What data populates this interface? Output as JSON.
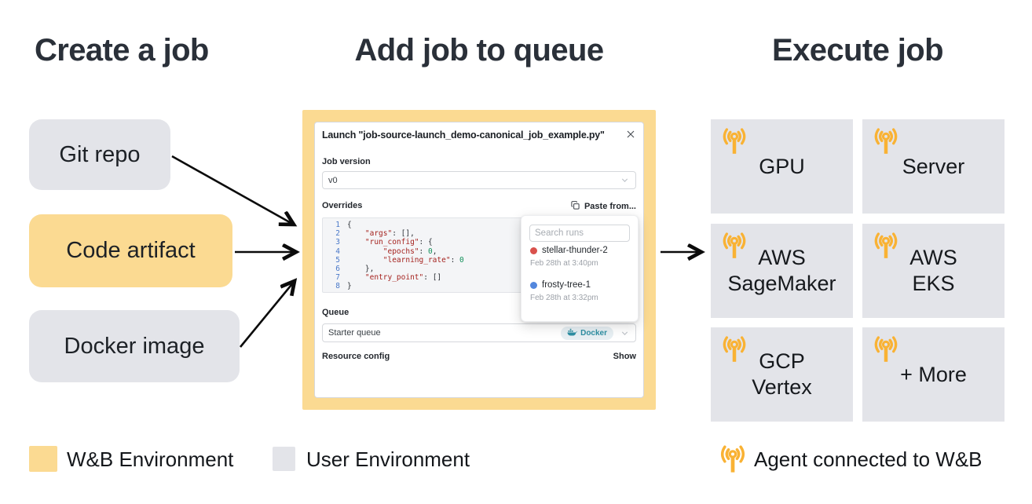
{
  "titles": {
    "create": "Create a job",
    "queue": "Add job to queue",
    "execute": "Execute job"
  },
  "create_boxes": [
    {
      "label": "Git repo",
      "variant": "gray"
    },
    {
      "label": "Code artifact",
      "variant": "yellow"
    },
    {
      "label": "Docker image",
      "variant": "gray"
    }
  ],
  "modal": {
    "title": "Launch \"job-source-launch_demo-canonical_job_example.py\"",
    "job_version": {
      "label": "Job version",
      "value": "v0"
    },
    "overrides": {
      "label": "Overrides",
      "paste_button": "Paste from..."
    },
    "code": {
      "lines": [
        {
          "num": "1",
          "tokens": [
            [
              "{",
              "p"
            ]
          ]
        },
        {
          "num": "2",
          "tokens": [
            [
              "    ",
              "p"
            ],
            [
              "\"args\"",
              "k"
            ],
            [
              ": [],",
              "p"
            ]
          ]
        },
        {
          "num": "3",
          "tokens": [
            [
              "    ",
              "p"
            ],
            [
              "\"run_config\"",
              "k"
            ],
            [
              ": {",
              "p"
            ]
          ]
        },
        {
          "num": "4",
          "tokens": [
            [
              "        ",
              "p"
            ],
            [
              "\"epochs\"",
              "k"
            ],
            [
              ": ",
              "p"
            ],
            [
              "0",
              "n"
            ],
            [
              ",",
              "p"
            ]
          ]
        },
        {
          "num": "5",
          "tokens": [
            [
              "        ",
              "p"
            ],
            [
              "\"learning_rate\"",
              "k"
            ],
            [
              ": ",
              "p"
            ],
            [
              "0",
              "n"
            ]
          ]
        },
        {
          "num": "6",
          "tokens": [
            [
              "    ",
              "p"
            ],
            [
              "},",
              "p"
            ]
          ]
        },
        {
          "num": "7",
          "tokens": [
            [
              "    ",
              "p"
            ],
            [
              "\"entry_point\"",
              "k"
            ],
            [
              ": []",
              "p"
            ]
          ]
        },
        {
          "num": "8",
          "tokens": [
            [
              "}",
              "p"
            ]
          ]
        }
      ]
    },
    "queue": {
      "label": "Queue",
      "value": "Starter queue",
      "badge": "Docker"
    },
    "resource": {
      "label": "Resource config",
      "show_button": "Show"
    }
  },
  "runs_popup": {
    "search_placeholder": "Search runs",
    "runs": [
      {
        "name": "stellar-thunder-2",
        "time": "Feb 28th at 3:40pm",
        "dot_color": "#D9514C"
      },
      {
        "name": "frosty-tree-1",
        "time": "Feb 28th at 3:32pm",
        "dot_color": "#5387DD"
      }
    ]
  },
  "execute_boxes": [
    {
      "lines": [
        "GPU"
      ]
    },
    {
      "lines": [
        "Server"
      ]
    },
    {
      "lines": [
        "AWS",
        "SageMaker"
      ]
    },
    {
      "lines": [
        "AWS",
        "EKS"
      ]
    },
    {
      "lines": [
        "GCP",
        "Vertex"
      ]
    },
    {
      "lines": [
        "+ More"
      ]
    }
  ],
  "legend": {
    "wandb_env": "W&B Environment",
    "user_env": "User Environment",
    "agent": "Agent connected to W&B"
  },
  "colors": {
    "wandb_yellow": "#FBDA92",
    "user_gray": "#E3E4E9",
    "antenna_orange": "#F9B234",
    "docker_teal": "#2E8FA3",
    "arrow_black": "#0B0B0B",
    "code_key_red": "#A5231F",
    "code_number_green": "#12915A",
    "line_number_blue": "#4B79C9"
  }
}
